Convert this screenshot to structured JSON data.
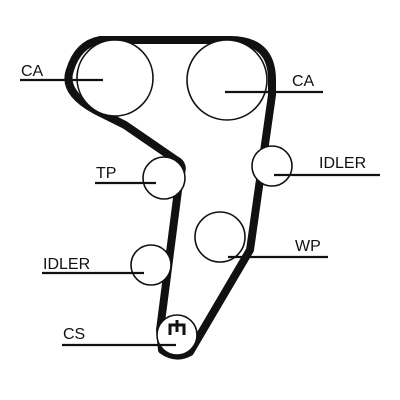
{
  "diagram": {
    "components": [
      {
        "id": "ca-left",
        "label": "CA"
      },
      {
        "id": "ca-right",
        "label": "CA"
      },
      {
        "id": "tp",
        "label": "TP"
      },
      {
        "id": "idler-right",
        "label": "IDLER"
      },
      {
        "id": "wp",
        "label": "WP"
      },
      {
        "id": "idler-left",
        "label": "IDLER"
      },
      {
        "id": "cs",
        "label": "CS"
      }
    ],
    "colors": {
      "line": "#111111",
      "background": "#ffffff"
    }
  }
}
